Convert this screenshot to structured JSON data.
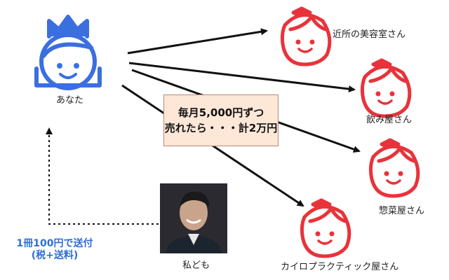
{
  "you": {
    "label": "あなた"
  },
  "customers": [
    {
      "label": "近所の美容室さん"
    },
    {
      "label": "飲み屋さん"
    },
    {
      "label": "惣菜屋さん"
    },
    {
      "label": "カイロプラクティック屋さん"
    }
  ],
  "center_box": {
    "line1": "毎月5,000円ずつ",
    "line2": "売れたら・・・計2万円"
  },
  "us": {
    "label": "私ども"
  },
  "note": {
    "line1": "1冊100円で送付",
    "line2": "(税+送料)"
  },
  "colors": {
    "boy_icon": "#3b6fe0",
    "girl_icon": "#e8333a",
    "arrow": "#111111",
    "note_text": "#2f6ed6",
    "center_box_fill": "#fde7d7"
  },
  "icons": {
    "you": "boy-with-crown-icon",
    "customer": "girl-with-bow-icon"
  }
}
